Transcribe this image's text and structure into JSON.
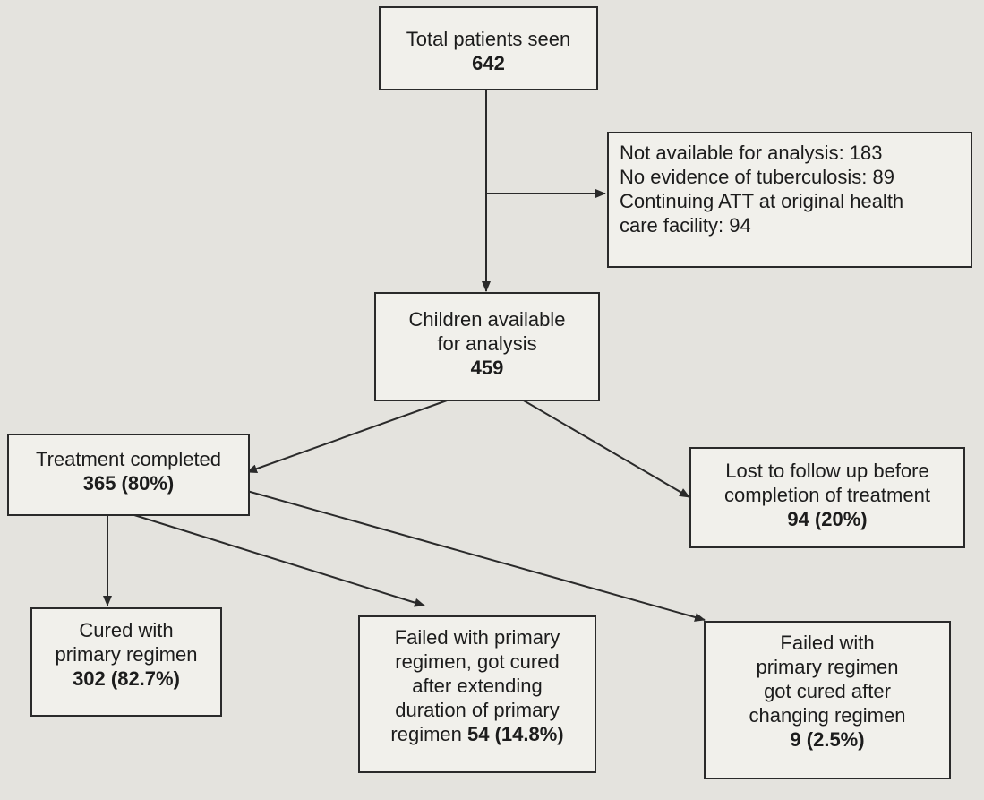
{
  "boxes": {
    "total": {
      "label": "Total patients seen",
      "value": "642"
    },
    "excluded": {
      "lines": [
        "Not available for analysis: 183",
        "No evidence of tuberculosis: 89",
        "Continuing ATT at original health",
        "care facility: 94"
      ]
    },
    "children": {
      "label_line1": "Children available",
      "label_line2": "for analysis",
      "value": "459"
    },
    "treatment": {
      "label": "Treatment completed",
      "value": "365 (80%)"
    },
    "lost": {
      "label_line1": "Lost to follow up before",
      "label_line2": "completion of treatment",
      "value": "94 (20%)"
    },
    "cured": {
      "label_line1": "Cured with",
      "label_line2": "primary regimen",
      "value": "302 (82.7%)"
    },
    "failed_extended": {
      "lines": [
        "Failed with primary",
        "regimen, got cured",
        "after extending",
        "duration of primary"
      ],
      "last_prefix": "regimen ",
      "value": "54 (14.8%)"
    },
    "failed_changed": {
      "lines": [
        "Failed with",
        "primary regimen",
        "got cured after",
        "changing regimen"
      ],
      "value": "9 (2.5%)"
    }
  },
  "colors": {
    "background": "#e4e3de",
    "box_fill": "#f1f0eb",
    "stroke": "#2a2a2a"
  }
}
